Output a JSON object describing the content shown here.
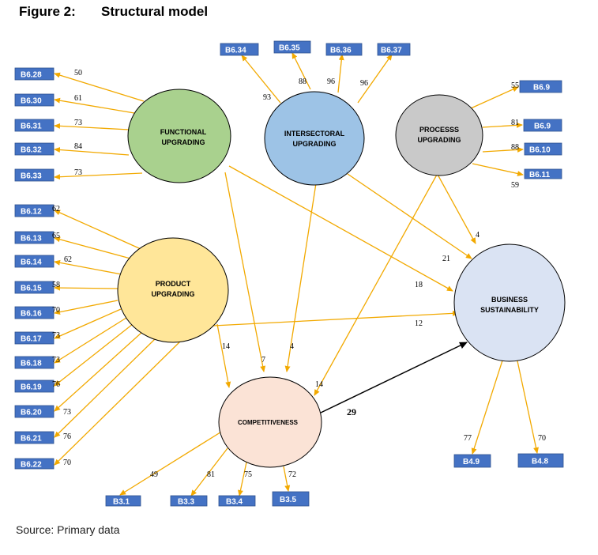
{
  "figure_label": "Figure 2:",
  "figure_title": "Structural model",
  "source": "Source: Primary data",
  "colors": {
    "indicator_box": "#4472c4",
    "path_arrow": "#f2a900",
    "key_arrow": "#000000",
    "functional": "#a9d18e",
    "intersectoral": "#9dc3e6",
    "process": "#c9c9c9",
    "product": "#ffe699",
    "competitiveness": "#fbe3d6",
    "business": "#dae3f3"
  },
  "constructs": {
    "functional": [
      "FUNCTIONAL",
      "UPGRADING"
    ],
    "intersectoral": [
      "INTERSECTORAL",
      "UPGRADING"
    ],
    "process": [
      "PROCESSS",
      "UPGRADING"
    ],
    "product": [
      "PRODUCT",
      "UPGRADING"
    ],
    "competitiveness": [
      "COMPETITIVENESS"
    ],
    "business": [
      "BUSINESS",
      "SUSTAINABILITY"
    ]
  },
  "indicators": {
    "functional": [
      {
        "label": "B6.28",
        "loading": "50"
      },
      {
        "label": "B6.30",
        "loading": "61"
      },
      {
        "label": "B6.31",
        "loading": "73"
      },
      {
        "label": "B6.32",
        "loading": "84"
      },
      {
        "label": "B6.33",
        "loading": "73"
      }
    ],
    "intersectoral": [
      {
        "label": "B6.34",
        "loading": "93"
      },
      {
        "label": "B6.35",
        "loading": "88"
      },
      {
        "label": "B6.36",
        "loading": "96"
      },
      {
        "label": "B6.37",
        "loading": "96"
      }
    ],
    "process": [
      {
        "label": "B6.9",
        "loading": "55"
      },
      {
        "label": "B6.9",
        "loading": "81"
      },
      {
        "label": "B6.10",
        "loading": "88"
      },
      {
        "label": "B6.11",
        "loading": "59"
      }
    ],
    "product": [
      {
        "label": "B6.12",
        "loading": "62"
      },
      {
        "label": "B6.13",
        "loading": "65"
      },
      {
        "label": "B6.14",
        "loading": "62"
      },
      {
        "label": "B6.15",
        "loading": "58"
      },
      {
        "label": "B6.16",
        "loading": "70"
      },
      {
        "label": "B6.17",
        "loading": "73"
      },
      {
        "label": "B6.18",
        "loading": "73"
      },
      {
        "label": "B6.19",
        "loading": "76"
      },
      {
        "label": "B6.20",
        "loading": "73"
      },
      {
        "label": "B6.21",
        "loading": "76"
      },
      {
        "label": "B6.22",
        "loading": "70"
      }
    ],
    "competitiveness": [
      {
        "label": "B3.1",
        "loading": "49"
      },
      {
        "label": "B3.3",
        "loading": "81"
      },
      {
        "label": "B3.4",
        "loading": "75"
      },
      {
        "label": "B3.5",
        "loading": "72"
      }
    ],
    "business": [
      {
        "label": "B4.9",
        "loading": "77"
      },
      {
        "label": "B4.8",
        "loading": "70"
      }
    ]
  },
  "paths": [
    {
      "from": "Functional Upgrading",
      "to": "Competitiveness",
      "coefficient": "7"
    },
    {
      "from": "Functional Upgrading",
      "to": "Business Sustainability",
      "coefficient": "18"
    },
    {
      "from": "Intersectoral Upgrading",
      "to": "Competitiveness",
      "coefficient": "4"
    },
    {
      "from": "Intersectoral Upgrading",
      "to": "Business Sustainability",
      "coefficient": "21"
    },
    {
      "from": "Processs Upgrading",
      "to": "Business Sustainability",
      "coefficient": "4"
    },
    {
      "from": "Processs Upgrading",
      "to": "Competitiveness",
      "coefficient": "14"
    },
    {
      "from": "Product Upgrading",
      "to": "Competitiveness",
      "coefficient": "14"
    },
    {
      "from": "Product Upgrading",
      "to": "Business Sustainability",
      "coefficient": "12"
    },
    {
      "from": "Competitiveness",
      "to": "Business Sustainability",
      "coefficient": "29"
    }
  ]
}
